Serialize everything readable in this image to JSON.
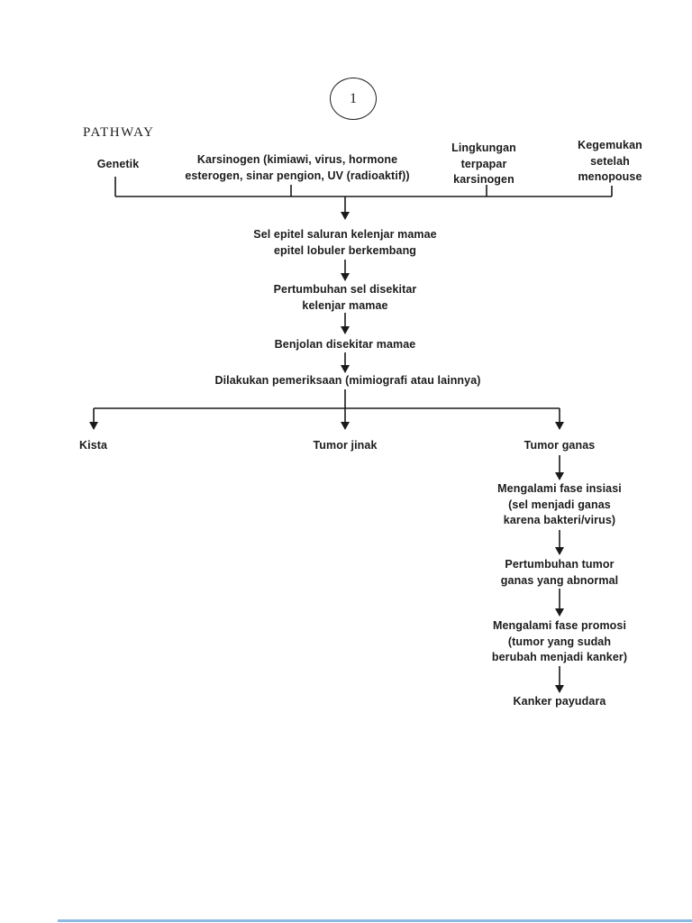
{
  "page": {
    "number_badge": "1",
    "title": "PATHWAY"
  },
  "flowchart": {
    "causes": [
      {
        "id": "genetik",
        "label": "Genetik"
      },
      {
        "id": "karsinogen",
        "label": "Karsinogen (kimiawi, virus, hormone\nesterogen, sinar pengion, UV (radioaktif))"
      },
      {
        "id": "lingkungan",
        "label": "Lingkungan\nterpapar\nkarsinogen"
      },
      {
        "id": "kegemukan",
        "label": "Kegemukan\nsetelah\nmenopouse"
      }
    ],
    "steps": [
      {
        "id": "sel-epitel",
        "label": "Sel epitel saluran kelenjar mamae\nepitel lobuler berkembang"
      },
      {
        "id": "pertumbuhan-sel",
        "label": "Pertumbuhan sel disekitar\nkelenjar mamae"
      },
      {
        "id": "benjolan",
        "label": "Benjolan disekitar mamae"
      },
      {
        "id": "pemeriksaan",
        "label": "Dilakukan pemeriksaan (mimiografi atau lainnya)"
      }
    ],
    "outcomes": [
      {
        "id": "kista",
        "label": "Kista"
      },
      {
        "id": "tumor-jinak",
        "label": "Tumor jinak"
      },
      {
        "id": "tumor-ganas",
        "label": "Tumor ganas"
      }
    ],
    "malignant_path": [
      {
        "id": "fase-insiasi",
        "label": "Mengalami fase insiasi\n(sel menjadi ganas\nkarena bakteri/virus)"
      },
      {
        "id": "pertumbuhan-tumor",
        "label": "Pertumbuhan tumor\nganas yang abnormal"
      },
      {
        "id": "fase-promosi",
        "label": "Mengalami fase promosi\n(tumor yang sudah\nberubah menjadi kanker)"
      },
      {
        "id": "kanker-payudara",
        "label": "Kanker payudara"
      }
    ]
  },
  "colors": {
    "line": "#1a1a1a",
    "text": "#1b1b1b",
    "bottom_rule": "#8fb9e4"
  }
}
